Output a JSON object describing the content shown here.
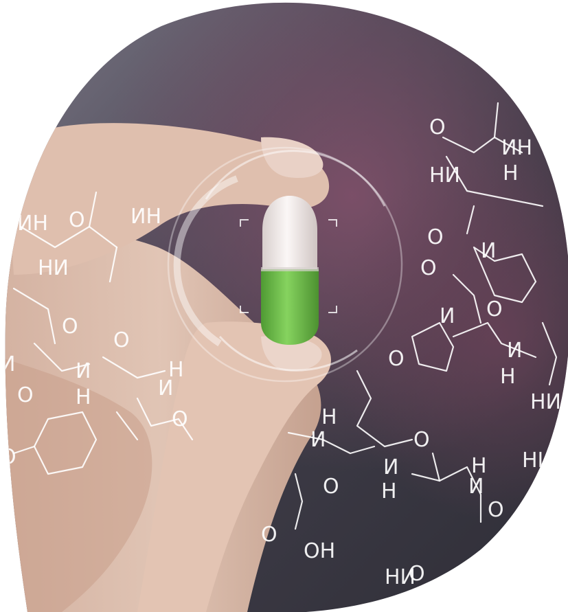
{
  "scene": {
    "description_icon": "hand-holding-capsule-photo",
    "colors": {
      "background_dark": "#3b3943",
      "background_mauve": "#6e4a5c",
      "skin": "#e2c2b0",
      "capsule_top": "#f3ecea",
      "capsule_bottom": "#6cc24a",
      "overlay_line": "#ffffff"
    }
  },
  "chemistry": {
    "labels": [
      {
        "id": "l1",
        "text": "O"
      },
      {
        "id": "l2",
        "text": "ИН"
      },
      {
        "id": "l3",
        "text": "H"
      },
      {
        "id": "l4",
        "text": "HИ"
      },
      {
        "id": "l5",
        "text": "O"
      },
      {
        "id": "l6",
        "text": "И"
      },
      {
        "id": "l7",
        "text": "O"
      },
      {
        "id": "l8",
        "text": "И"
      },
      {
        "id": "l9",
        "text": "O"
      },
      {
        "id": "l10",
        "text": "O"
      },
      {
        "id": "l11",
        "text": "И"
      },
      {
        "id": "l12",
        "text": "H"
      },
      {
        "id": "l13",
        "text": "HИ"
      },
      {
        "id": "l14",
        "text": "HИ"
      },
      {
        "id": "l15",
        "text": "ИН"
      },
      {
        "id": "l16",
        "text": "O"
      },
      {
        "id": "l17",
        "text": "ИН"
      },
      {
        "id": "l18",
        "text": "HИ"
      },
      {
        "id": "l19",
        "text": "O"
      },
      {
        "id": "l20",
        "text": "O"
      },
      {
        "id": "l21",
        "text": "И"
      },
      {
        "id": "l22",
        "text": "H"
      },
      {
        "id": "l23",
        "text": "O"
      },
      {
        "id": "l24",
        "text": "И"
      },
      {
        "id": "l25",
        "text": "H"
      },
      {
        "id": "l26",
        "text": "И"
      },
      {
        "id": "l27",
        "text": "O"
      },
      {
        "id": "l28",
        "text": "O"
      },
      {
        "id": "l29",
        "text": "H"
      },
      {
        "id": "l30",
        "text": "И"
      },
      {
        "id": "l31",
        "text": "O"
      },
      {
        "id": "l32",
        "text": "И"
      },
      {
        "id": "l33",
        "text": "H"
      },
      {
        "id": "l34",
        "text": "O"
      },
      {
        "id": "l35",
        "text": "O"
      },
      {
        "id": "l36",
        "text": "OH"
      },
      {
        "id": "l37",
        "text": "H"
      },
      {
        "id": "l38",
        "text": "И"
      },
      {
        "id": "l39",
        "text": "O"
      },
      {
        "id": "l40",
        "text": "HИ"
      },
      {
        "id": "l41",
        "text": "O"
      }
    ]
  }
}
